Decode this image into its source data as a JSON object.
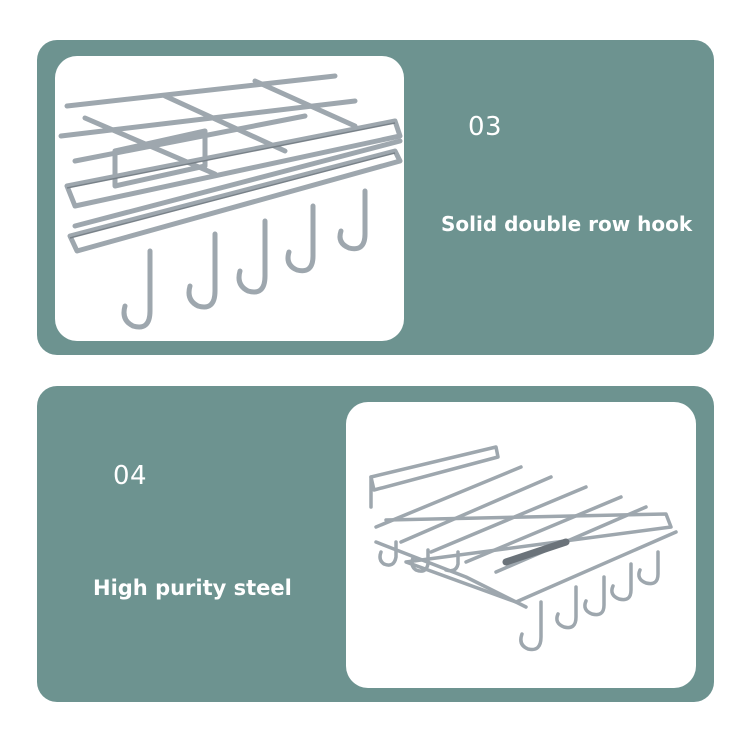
{
  "features": [
    {
      "number": "03",
      "caption": "Solid double row hook",
      "image": "under-shelf-rack-hooks-closeup"
    },
    {
      "number": "04",
      "caption": "High purity steel",
      "image": "under-shelf-rack-full-view"
    }
  ],
  "colors": {
    "panel": "#6d9390",
    "background": "#ffffff",
    "text": "#ffffff",
    "steel": "#9aa3ab"
  }
}
